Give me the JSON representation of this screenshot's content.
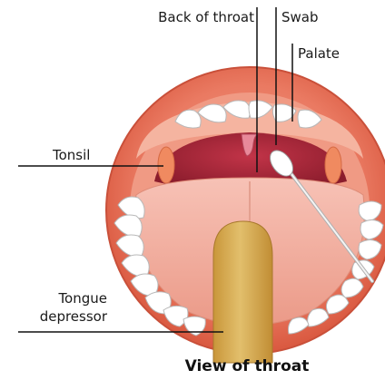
{
  "diagram": {
    "title": "View of throat",
    "labels": {
      "back_of_throat": "Back of throat",
      "swab": "Swab",
      "palate": "Palate",
      "tonsil": "Tonsil",
      "tongue_depressor_line1": "Tongue",
      "tongue_depressor_line2": "depressor"
    }
  },
  "colors": {
    "mouth_outer": "#e8705a",
    "lip_inner": "#f2a08c",
    "throat_dark": "#a8283a",
    "tongue": "#f4b6a8",
    "teeth": "#ffffff",
    "depressor": "#d4a84c",
    "tonsil": "#f08a60",
    "swab_tip": "#ffffff"
  }
}
